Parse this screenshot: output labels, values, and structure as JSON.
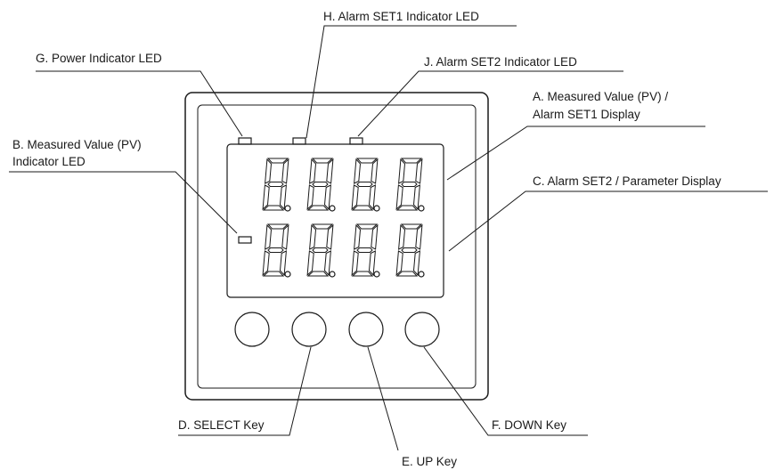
{
  "labels": {
    "H": "H. Alarm SET1 Indicator LED",
    "G": "G. Power Indicator LED",
    "J": "J. Alarm SET2 Indicator LED",
    "A1": "A. Measured Value (PV) /",
    "A2": "Alarm SET1 Display",
    "B1": "B. Measured Value (PV)",
    "B2": "Indicator LED",
    "C": "C. Alarm SET2 / Parameter Display",
    "D": "D. SELECT Key",
    "E": "E. UP Key",
    "F": "F. DOWN Key"
  },
  "display": {
    "rows": 2,
    "digits_per_row": 4,
    "segment_style": "outline 8-segment with decimal point"
  },
  "keys": [
    "select",
    "up",
    "down",
    "extra"
  ]
}
